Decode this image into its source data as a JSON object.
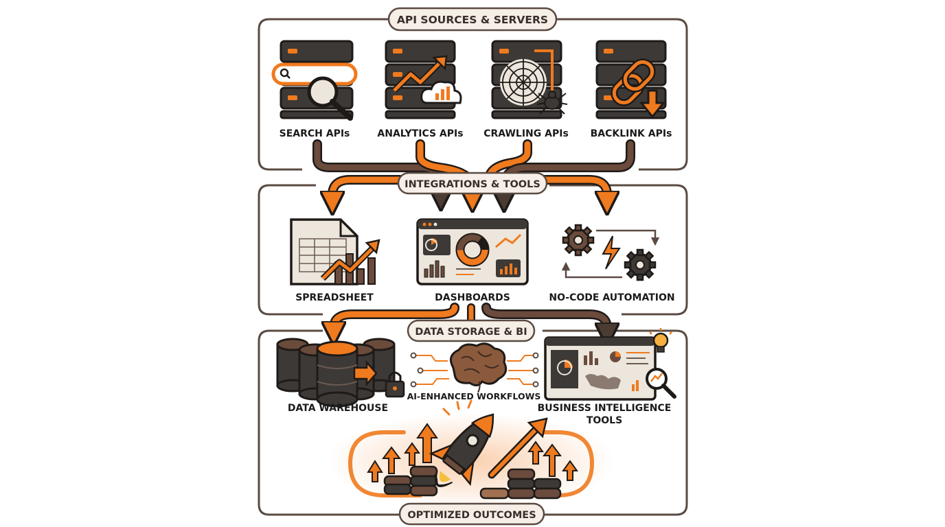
{
  "colors": {
    "orange": "#F07A1E",
    "dark": "#3C3936",
    "brown": "#6B4B3C",
    "outline": "#1E1A18",
    "frame": "#5A4A42",
    "pill": "#F5EFE8",
    "paper": "#ECE6DC"
  },
  "sections": {
    "sources": {
      "title": "API SOURCES & SERVERS",
      "items": [
        {
          "label": "SEARCH APIs",
          "icon": "search-server-icon"
        },
        {
          "label": "ANALYTICS APIs",
          "icon": "analytics-server-icon"
        },
        {
          "label": "CRAWLING APIs",
          "icon": "crawling-server-icon"
        },
        {
          "label": "BACKLINK APIs",
          "icon": "backlink-server-icon"
        }
      ]
    },
    "integrations": {
      "title": "INTEGRATIONS & TOOLS",
      "items": [
        {
          "label": "SPREADSHEET",
          "icon": "spreadsheet-icon"
        },
        {
          "label": "DASHBOARDS",
          "icon": "dashboard-icon"
        },
        {
          "label": "NO-CODE AUTOMATION",
          "icon": "gears-automation-icon"
        }
      ]
    },
    "storage": {
      "title": "DATA STORAGE & BI",
      "items": [
        {
          "label": "DATA WAREHOUSE",
          "icon": "database-warehouse-icon"
        },
        {
          "label": "AI-ENHANCED WORKFLOWS",
          "icon": "brain-icon"
        },
        {
          "label_line1": "BUSINESS INTELLIGENCE",
          "label_line2": "TOOLS",
          "icon": "bi-screen-icon"
        }
      ]
    },
    "outcomes": {
      "title": "OPTIMIZED OUTCOMES",
      "icon": "rocket-icon"
    }
  }
}
